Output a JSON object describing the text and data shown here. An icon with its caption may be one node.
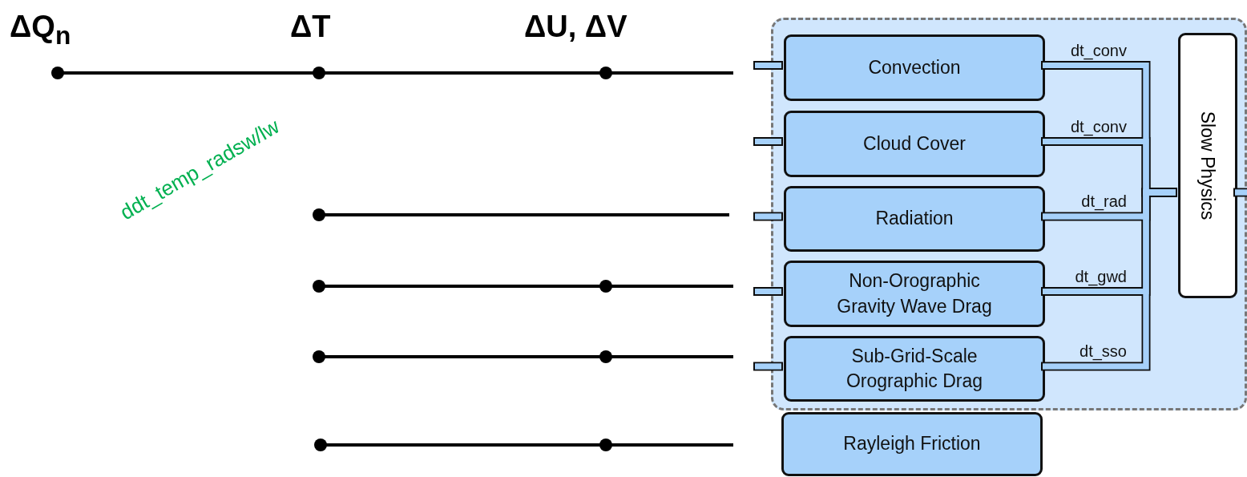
{
  "diagram": {
    "nodes": [
      {
        "text": [],
        "shape": "box"
      },
      {
        "text": [
          "Convection"
        ],
        "in": 0
      },
      {
        "text": [
          "Cloud Cover"
        ],
        "in": 0
      },
      {
        "text": [
          "Radiation"
        ],
        "in": 0
      },
      {
        "text": [
          "Non-Orographic Gravity Wave Drag"
        ],
        "in": 0
      },
      {
        "text": [
          "Sub-Grid-Scale Orographic Drag"
        ],
        "in": 0
      },
      {
        "text": [
          "Slow Physics"
        ],
        "in": 0
      },
      {
        "text": [
          "Rayleigh Friction"
        ]
      }
    ],
    "edges": [
      {
        "from": null,
        "to": 1,
        "arrow": "none"
      },
      {
        "from": null,
        "to": 2,
        "arrow": "none"
      },
      {
        "from": null,
        "to": 3,
        "arrow": "none"
      },
      {
        "from": null,
        "to": 4,
        "arrow": "none"
      },
      {
        "from": null,
        "to": 5,
        "arrow": "none"
      },
      {
        "from": 1,
        "to": 6,
        "arrow": "none",
        "label": "dt_conv"
      },
      {
        "from": 2,
        "to": 6,
        "arrow": "none",
        "label": "dt_conv"
      },
      {
        "from": 3,
        "to": 6,
        "arrow": "none",
        "label": "dt_rad"
      },
      {
        "from": 4,
        "to": 6,
        "arrow": "none",
        "label": "dt_gwd"
      },
      {
        "from": 5,
        "to": 6,
        "arrow": "none",
        "label": "dt_sso"
      },
      {
        "from": 6,
        "to": null,
        "arrow": "none"
      }
    ],
    "labels": [
      "ΔQ$_{n}$",
      "ΔT",
      "ΔU, ΔV",
      "ddt_temp_radsw/lw"
    ]
  }
}
